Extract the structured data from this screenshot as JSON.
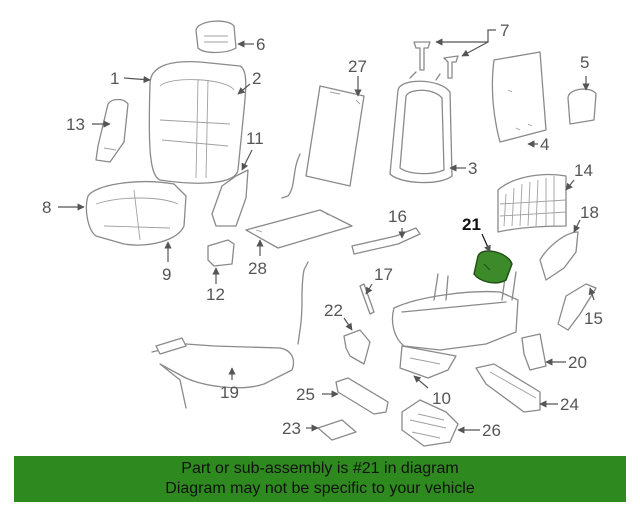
{
  "callouts": {
    "c1": "1",
    "c2": "2",
    "c3": "3",
    "c4": "4",
    "c5": "5",
    "c6": "6",
    "c7": "7",
    "c8": "8",
    "c9": "9",
    "c10": "10",
    "c11": "11",
    "c12": "12",
    "c13": "13",
    "c14": "14",
    "c15": "15",
    "c16": "16",
    "c17": "17",
    "c18": "18",
    "c19": "19",
    "c20": "20",
    "c21": "21",
    "c22": "22",
    "c23": "23",
    "c24": "24",
    "c25": "25",
    "c26": "26",
    "c27": "27",
    "c28": "28"
  },
  "highlighted_part": "21",
  "colors": {
    "highlight": "#3c8a2a",
    "banner": "#2e8a1e"
  },
  "footer": {
    "line1": "Part or sub-assembly is #21 in diagram",
    "line2": "Diagram may not be specific to your vehicle"
  }
}
